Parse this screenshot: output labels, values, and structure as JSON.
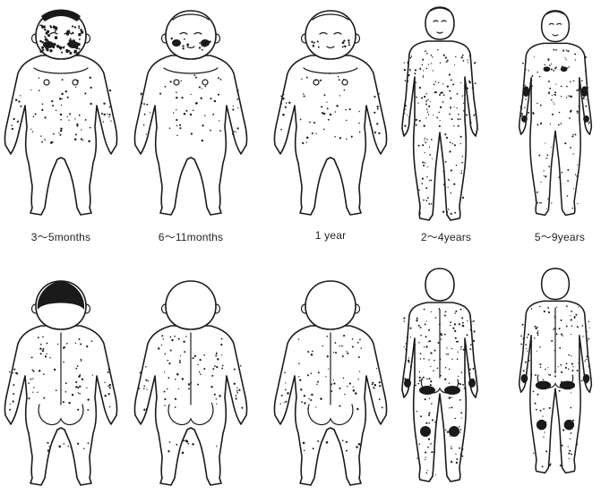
{
  "figure": {
    "panels": [
      {
        "age": "3～5months",
        "stage": "infant",
        "severity": "heavy-face"
      },
      {
        "age": "6～11months",
        "stage": "infant",
        "severity": "face"
      },
      {
        "age": "1 year",
        "stage": "infant",
        "severity": "light"
      },
      {
        "age": "2～4years",
        "stage": "child",
        "severity": "body"
      },
      {
        "age": "5～9years",
        "stage": "child",
        "severity": "flexural"
      }
    ],
    "colors": {
      "line": "#1a1a1a",
      "background": "#ffffff"
    }
  }
}
